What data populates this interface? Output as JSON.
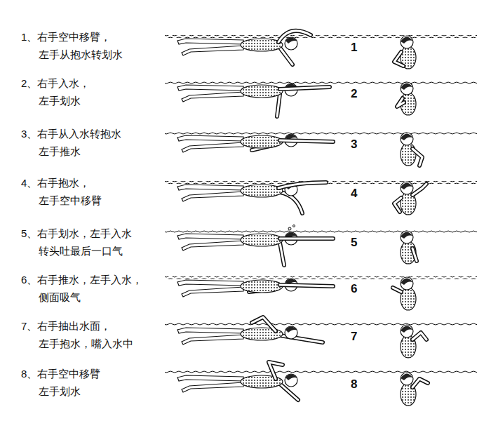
{
  "diagram": {
    "labels": [
      "1、右手空中移臂， 左手从抱水转划水",
      "1",
      "2、右手入水， 左手划水",
      "2",
      "3、右手从入水转抱水 左手推水",
      "3",
      "4、右手抱水， 左手空中移臂",
      "4",
      "5、右手划水，左手入水 转头吐最后一口气",
      "5",
      "6、右手推水，左手入水， 侧面吸气",
      "6",
      "7、右手抽出水面， 左手抱水，嘴入水中",
      "7",
      "8、右手空中移臂 左手划水",
      "8"
    ]
  }
}
